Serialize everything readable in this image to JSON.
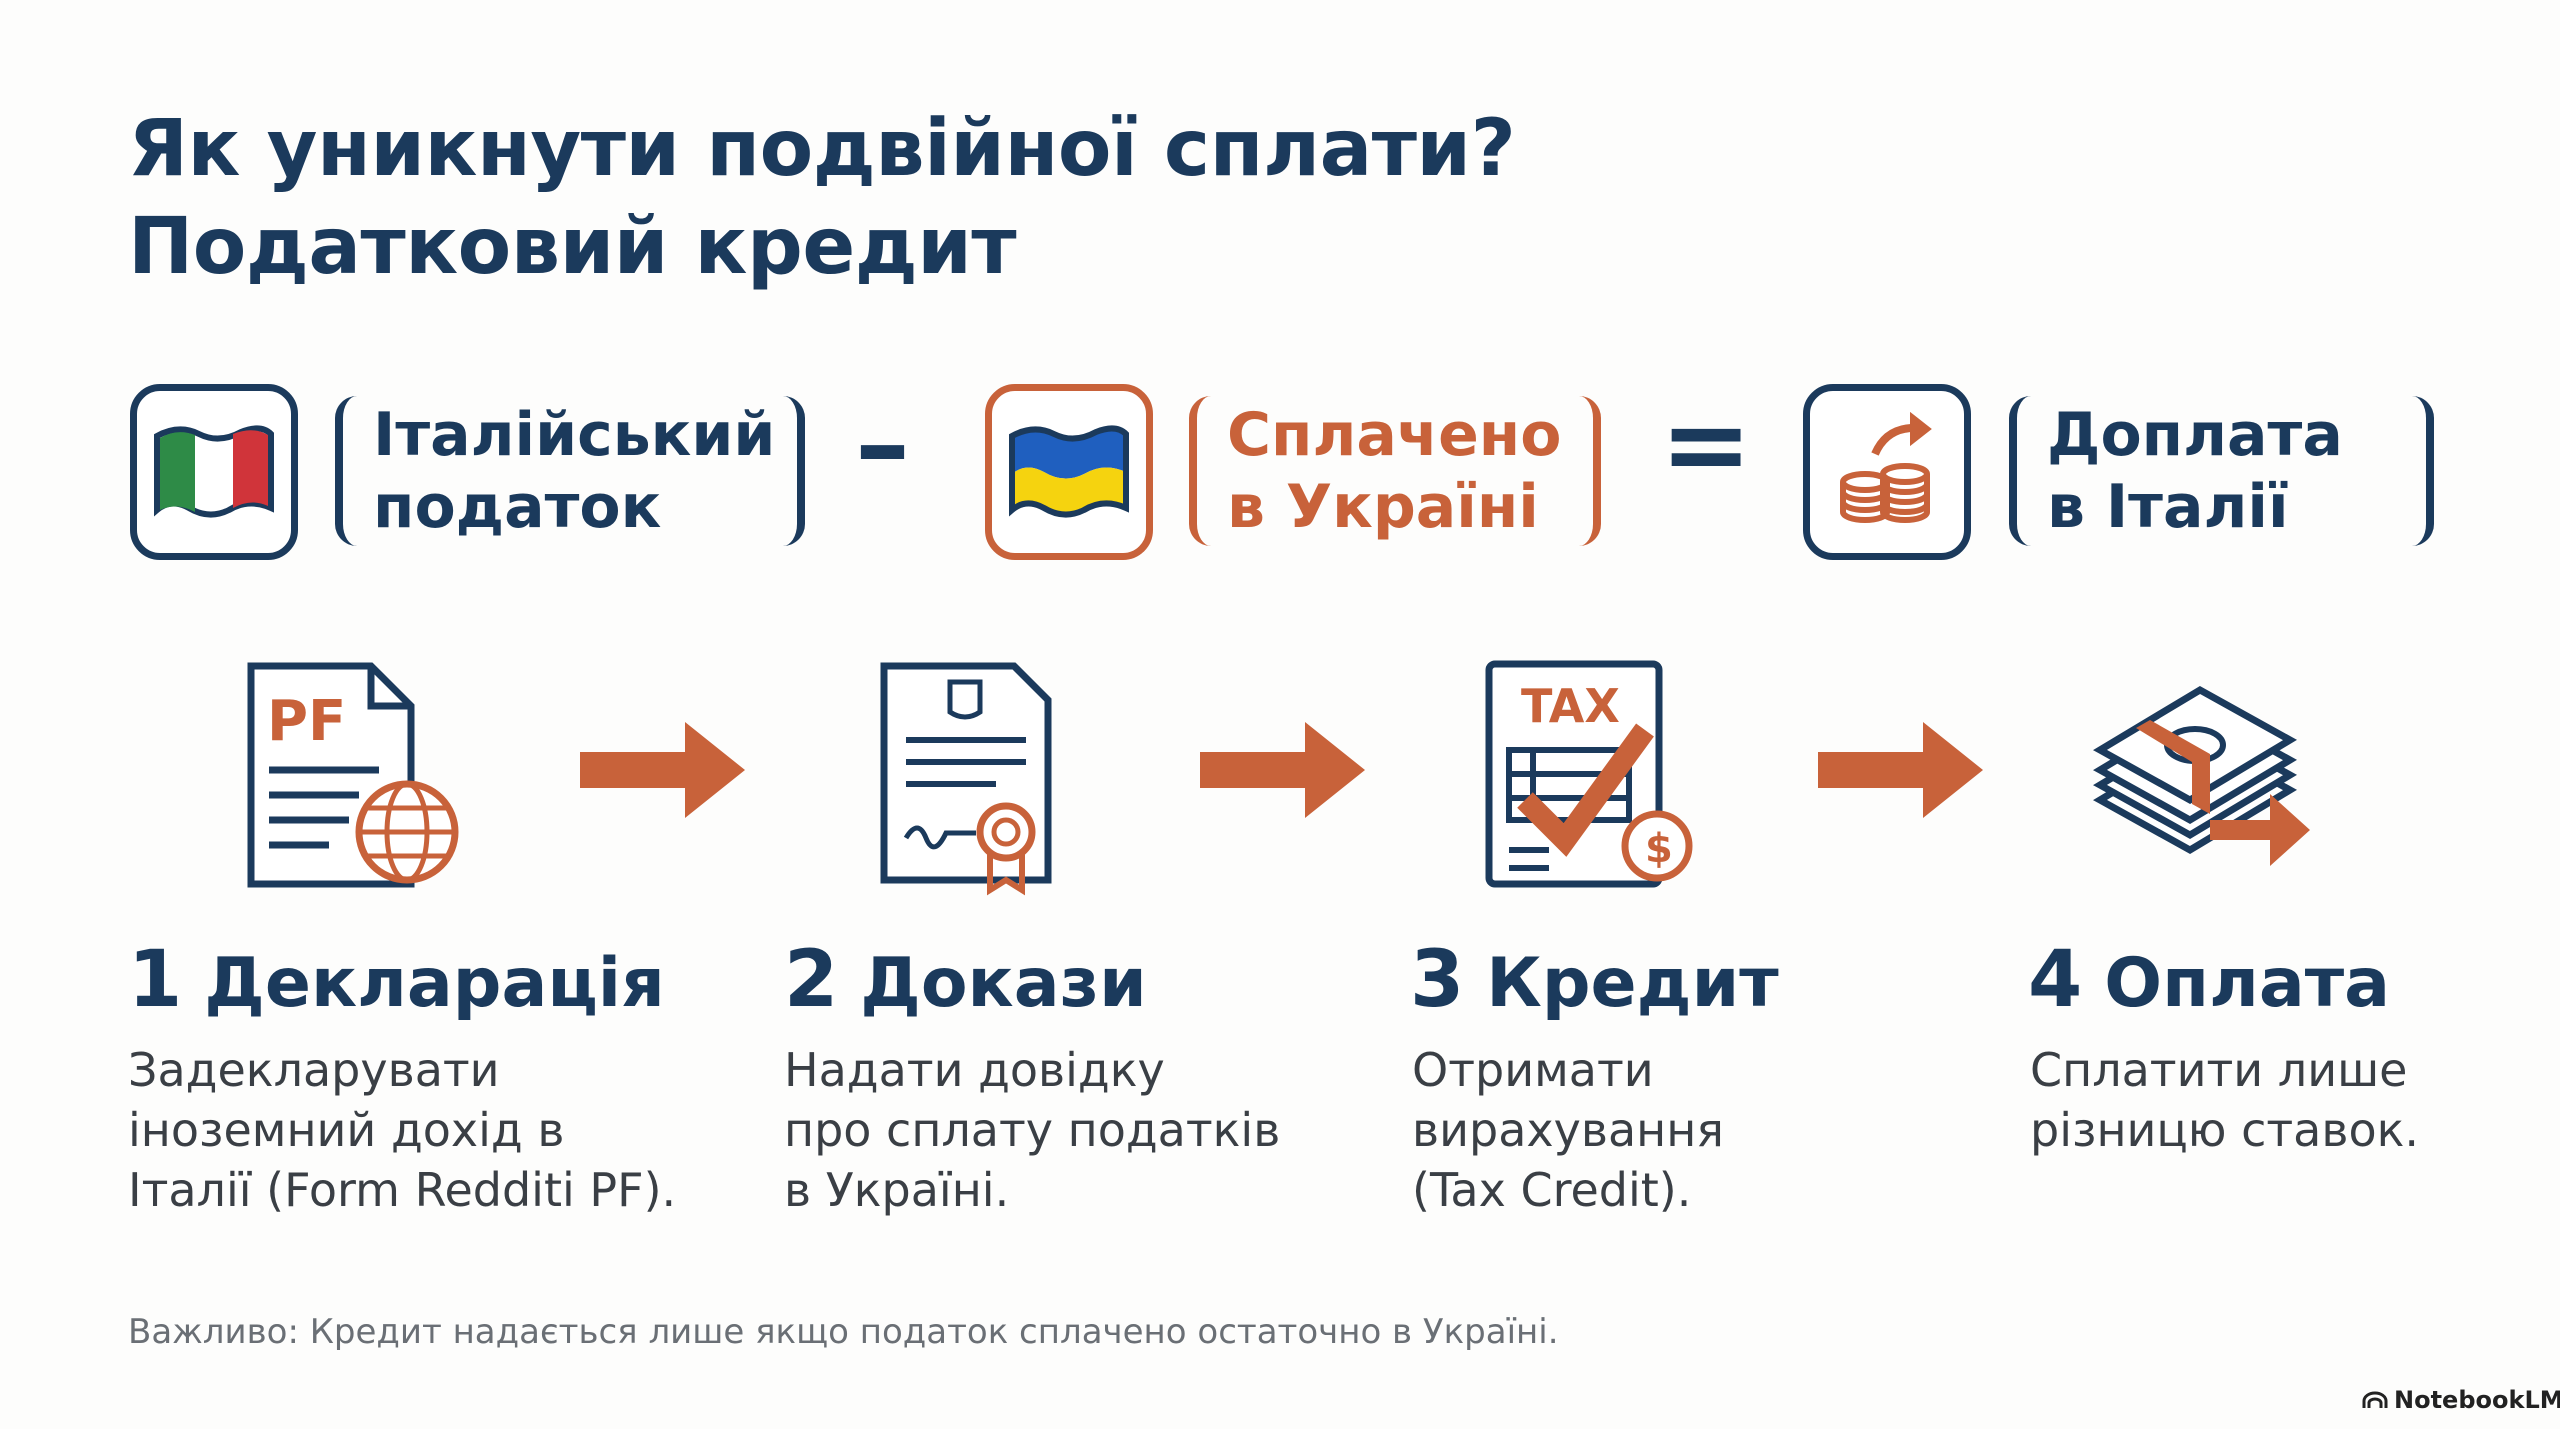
{
  "title": {
    "line1": "Як уникнути подвійної сплати?",
    "line2": "Податковий кредит"
  },
  "formula": {
    "term1": {
      "line1": "Італійський",
      "line2": "податок",
      "icon": "italy-flag-icon"
    },
    "op1": "–",
    "term2": {
      "line1": "Сплачено",
      "line2": "в Україні",
      "icon": "ukraine-flag-icon"
    },
    "op2": "=",
    "result": {
      "line1": "Доплата",
      "line2": "в Італії",
      "icon": "coins-icon"
    }
  },
  "steps": [
    {
      "num": "1",
      "title": "Декларація",
      "desc": [
        "Задекларувати",
        "іноземний дохід в",
        "Італії (Form Redditi PF)."
      ],
      "icon": "pf-document-globe-icon",
      "icon_text": "PF"
    },
    {
      "num": "2",
      "title": "Докази",
      "desc": [
        "Надати довідку",
        "про сплату податків",
        "в Україні."
      ],
      "icon": "certificate-document-icon"
    },
    {
      "num": "3",
      "title": "Кредит",
      "desc": [
        "Отримати",
        "вирахування",
        "(Tax Credit)."
      ],
      "icon": "tax-check-icon",
      "icon_text": "TAX"
    },
    {
      "num": "4",
      "title": "Оплата",
      "desc": [
        "Сплатити лише",
        "різницю ставок."
      ],
      "icon": "money-stack-arrow-icon"
    }
  ],
  "note": "Важливо: Кредит надається лише якщо податок сплачено остаточно в Україні.",
  "brand": "NotebookLM",
  "colors": {
    "navy": "#1b3a5c",
    "orange": "#c8623a"
  }
}
